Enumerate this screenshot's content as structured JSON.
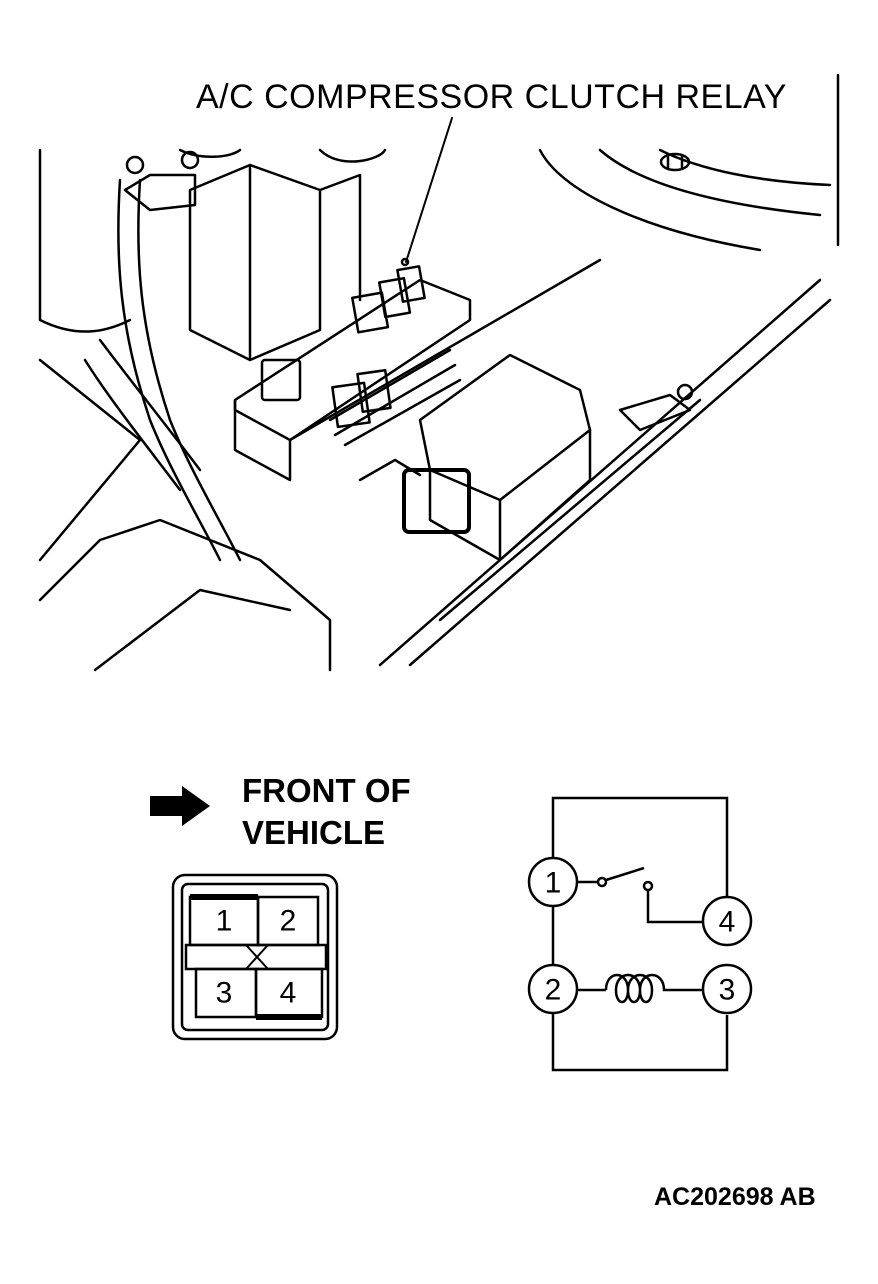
{
  "callout_label": "A/C COMPRESSOR CLUTCH RELAY",
  "front_label": {
    "line1": "FRONT OF",
    "line2": "VEHICLE"
  },
  "connector_pins": [
    "1",
    "2",
    "3",
    "4"
  ],
  "connector_center_mark": "X",
  "circuit_terminals": [
    "1",
    "2",
    "3",
    "4"
  ],
  "figure_id": "AC202698 AB",
  "colors": {
    "line": "#000000",
    "background": "#ffffff"
  }
}
